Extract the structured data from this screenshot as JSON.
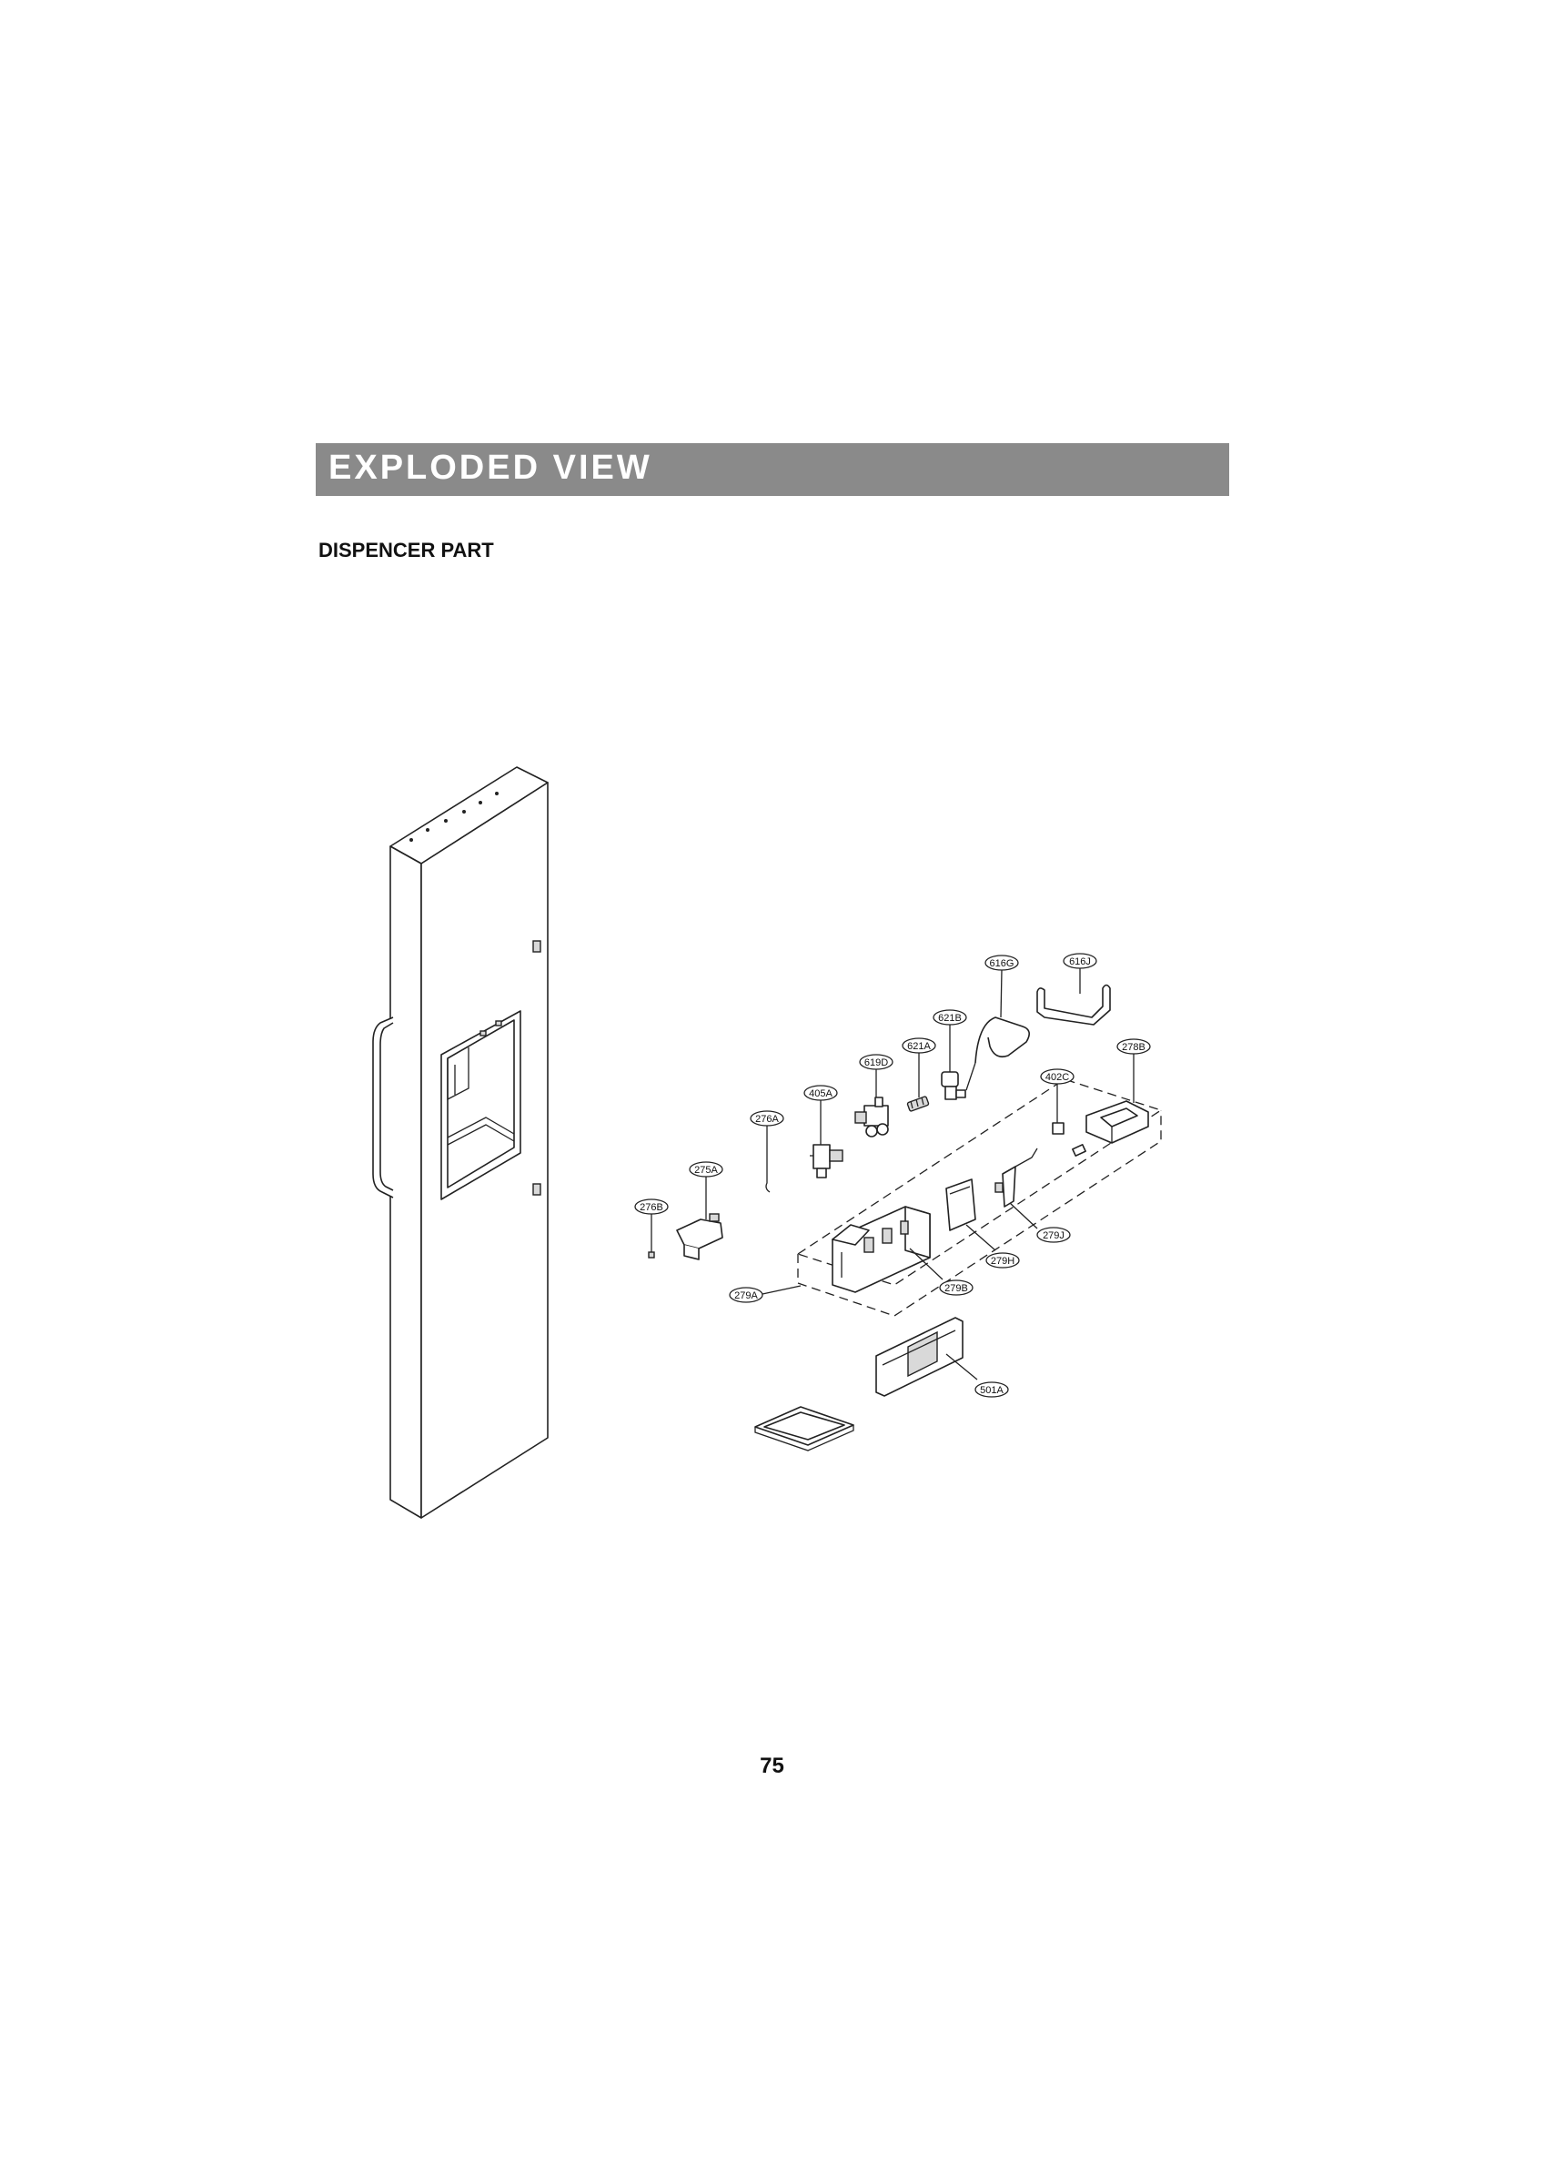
{
  "header": {
    "title": "EXPLODED VIEW"
  },
  "section": {
    "title": "DISPENCER PART"
  },
  "callouts": {
    "c616G": "616G",
    "c616J": "616J",
    "c621B": "621B",
    "c621A": "621A",
    "c619D": "619D",
    "c278B": "278B",
    "c402C": "402C",
    "c405A": "405A",
    "c276A": "276A",
    "c275A": "275A",
    "c276B": "276B",
    "c279J": "279J",
    "c279H": "279H",
    "c279B": "279B",
    "c279A": "279A",
    "c501A": "501A"
  },
  "footer": {
    "page_number": "75"
  }
}
